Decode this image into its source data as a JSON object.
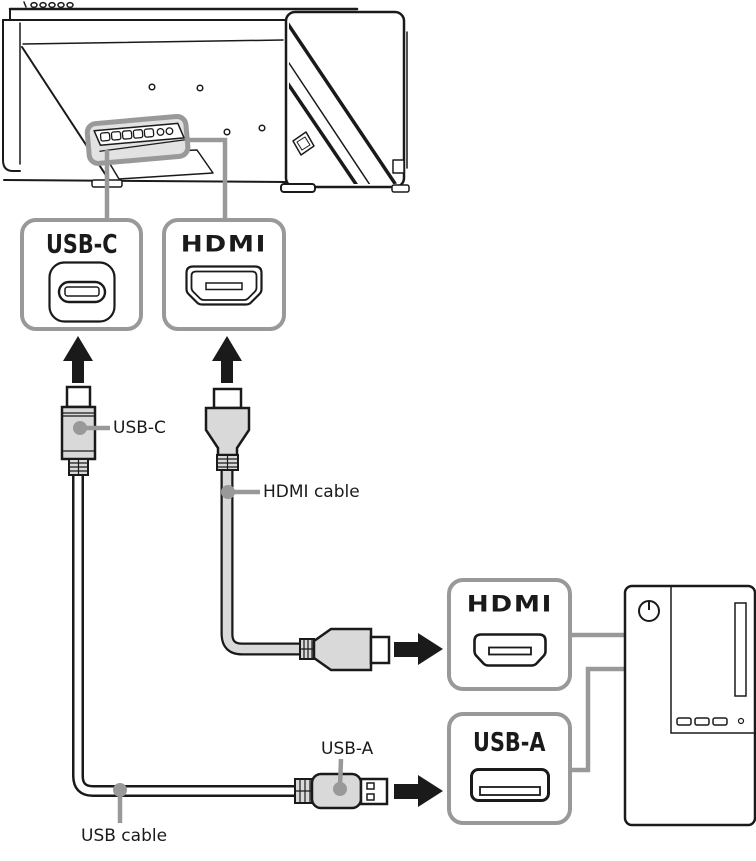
{
  "colors": {
    "outline": "#1a1a1a",
    "callout_gray": "#999999",
    "connector_gray": "#d9d9d9",
    "panel_fill": "#e2e2e2",
    "background": "#ffffff"
  },
  "monitor_ports": {
    "usb_c_label": "USB-C",
    "hdmi_label": "HDMI"
  },
  "cables": {
    "usb_c_plug_label": "USB-C",
    "hdmi_cable_label": "HDMI cable",
    "usb_a_plug_label": "USB-A",
    "usb_cable_label": "USB cable"
  },
  "computer_ports": {
    "hdmi_label": "HDMI",
    "usb_a_label": "USB-A"
  }
}
